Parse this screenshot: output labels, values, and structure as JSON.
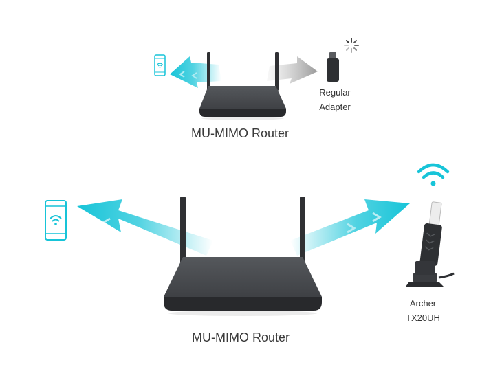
{
  "top_scene": {
    "router_caption": "MU-MIMO Router",
    "adapter_label_line1": "Regular",
    "adapter_label_line2": "Adapter"
  },
  "bottom_scene": {
    "router_caption": "MU-MIMO Router",
    "adapter_label_line1": "Archer",
    "adapter_label_line2": "TX20UH"
  },
  "icons": {
    "phone": "smartphone-wifi-icon",
    "loading": "loading-spinner-icon",
    "wifi": "wifi-signal-icon",
    "usb_adapter": "usb-adapter-icon",
    "adapter_with_stand": "usb-adapter-with-stand-icon",
    "router": "router-icon"
  },
  "colors": {
    "signal_cyan": "#17c4d8",
    "signal_gray": "#9a9a9a",
    "router_body": "#3b3d40",
    "text": "#333333"
  }
}
